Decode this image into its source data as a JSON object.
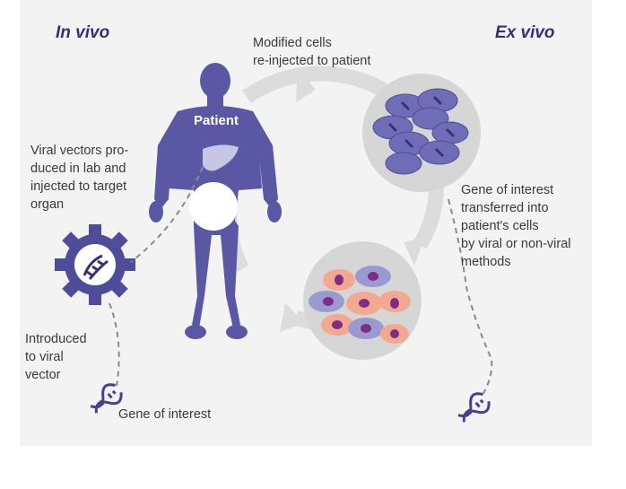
{
  "headings": {
    "in_vivo": "In vivo",
    "ex_vivo": "Ex vivo"
  },
  "figure": {
    "label": "Patient"
  },
  "labels": {
    "modified_line1": "Modified cells",
    "modified_line2": "re-injected to patient",
    "viral_line1": "Viral vectors pro-",
    "viral_line2": "duced in lab and",
    "viral_line3": "injected to target",
    "viral_line4": "organ",
    "transfer_line1": "Gene of interest",
    "transfer_line2": "transferred into",
    "transfer_line3": "patient's cells",
    "transfer_line4": "by viral or non-viral",
    "transfer_line5": "methods",
    "introduced_line1": "Introduced",
    "introduced_line2": "to viral",
    "introduced_line3": "vector",
    "gene_of_interest": "Gene of interest"
  },
  "colors": {
    "body": "#5a58a5",
    "heading": "#33307a",
    "arrow_ring": "#dcdcdc",
    "cell_circle": "#d6d6d6",
    "liver": "#c7c6e4",
    "salmon_cell": "#f2a98f",
    "lavender_cell": "#9b9ad0",
    "nucleus": "#7d2d86",
    "dna_icon": "#4a3f8f"
  },
  "icons": [
    "gear-viral-vector-icon",
    "dna-icon",
    "liver-icon",
    "cycle-arrow-icon"
  ]
}
